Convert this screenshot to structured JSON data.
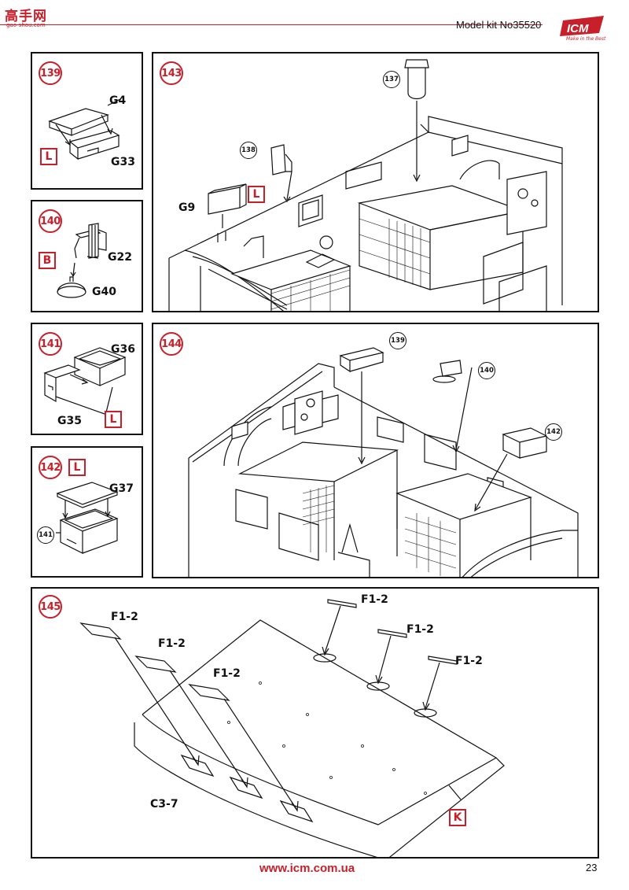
{
  "header": {
    "logo_text": "高手网",
    "logo_sub": "gao-shou.com",
    "model_kit": "Model kit No35520",
    "brand": "ICM",
    "brand_tagline": "Make in the Best"
  },
  "steps": {
    "s139": {
      "number": "139",
      "parts": {
        "a": "G4",
        "b": "G33"
      },
      "paint": "L"
    },
    "s140": {
      "number": "140",
      "parts": {
        "a": "G22",
        "b": "G40"
      },
      "paint": "B"
    },
    "s141": {
      "number": "141",
      "parts": {
        "a": "G36",
        "b": "G35"
      },
      "paint": "L"
    },
    "s142": {
      "number": "142",
      "parts": {
        "a": "G37"
      },
      "paint": "L",
      "ref": "141"
    },
    "s143": {
      "number": "143",
      "parts": {
        "a": "G9"
      },
      "paint": "L",
      "refs": {
        "a": "137",
        "b": "138"
      }
    },
    "s144": {
      "number": "144",
      "refs": {
        "a": "139",
        "b": "140",
        "c": "142"
      }
    },
    "s145": {
      "number": "145",
      "parts": {
        "a": "F1-2",
        "b": "F1-2",
        "c": "F1-2",
        "d": "F1-2",
        "e": "F1-2",
        "f": "F1-2",
        "g": "C3-7"
      },
      "paint": "K"
    }
  },
  "footer": {
    "url": "www.icm.com.ua",
    "page": "23"
  },
  "colors": {
    "accent": "#c8202a",
    "line": "#111111"
  }
}
